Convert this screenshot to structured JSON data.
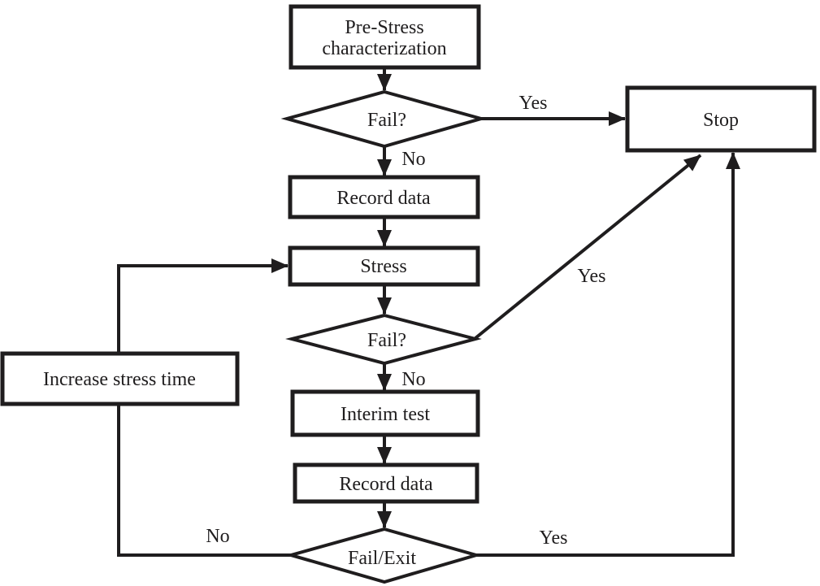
{
  "diagram": {
    "type": "flowchart",
    "description": "Stress testing procedure flowchart",
    "colors": {
      "line": "#1f1d1e",
      "node_fill": "#ffffff",
      "background": "#ffffff"
    },
    "nodes": {
      "prestress": {
        "shape": "rectangle",
        "label_line1": "Pre-Stress",
        "label_line2": "characterization"
      },
      "fail1": {
        "shape": "diamond",
        "label": "Fail?"
      },
      "stop": {
        "shape": "rectangle",
        "label": "Stop"
      },
      "record1": {
        "shape": "rectangle",
        "label": "Record data"
      },
      "stress": {
        "shape": "rectangle",
        "label": "Stress"
      },
      "fail2": {
        "shape": "diamond",
        "label": "Fail?"
      },
      "interim": {
        "shape": "rectangle",
        "label": "Interim test"
      },
      "record2": {
        "shape": "rectangle",
        "label": "Record data"
      },
      "failexit": {
        "shape": "diamond",
        "label": "Fail/Exit"
      },
      "increase": {
        "shape": "rectangle",
        "label": "Increase stress time"
      }
    },
    "edge_labels": {
      "fail1_yes": "Yes",
      "fail1_no": "No",
      "fail2_yes": "Yes",
      "fail2_no": "No",
      "failexit_yes": "Yes",
      "failexit_no": "No"
    }
  }
}
